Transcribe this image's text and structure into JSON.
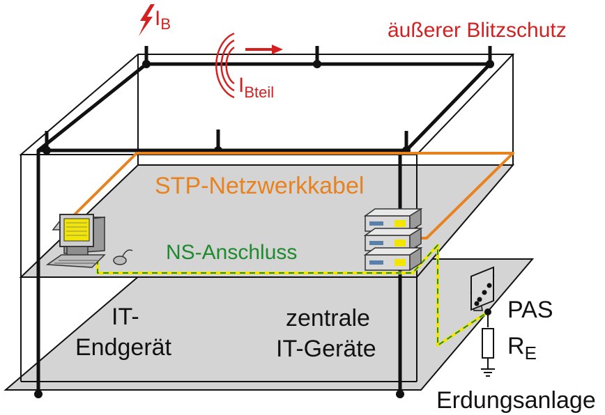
{
  "labels": {
    "lightning_current": "I",
    "lightning_current_sub": "B",
    "partial_current": "I",
    "partial_current_sub": "Bteil",
    "external_protection": "äußerer Blitzschutz",
    "stp_cable": "STP-Netzwerkkabel",
    "ns_connection": "NS-Anschluss",
    "it_terminal_line1": "IT-",
    "it_terminal_line2": "Endgerät",
    "central_it_line1": "zentrale",
    "central_it_line2": "IT-Geräte",
    "pas": "PAS",
    "resistance": "R",
    "resistance_sub": "E",
    "earthing": "Erdungsanlage"
  },
  "colors": {
    "red": "#d42020",
    "orange": "#e8821e",
    "green": "#1e8a2e",
    "yellow": "#f2e600",
    "floor": "#d4d4d4"
  },
  "icons": [
    "lightning-icon",
    "arrow-right-icon",
    "computer-icon",
    "server-icon",
    "ground-icon",
    "resistor-icon"
  ]
}
